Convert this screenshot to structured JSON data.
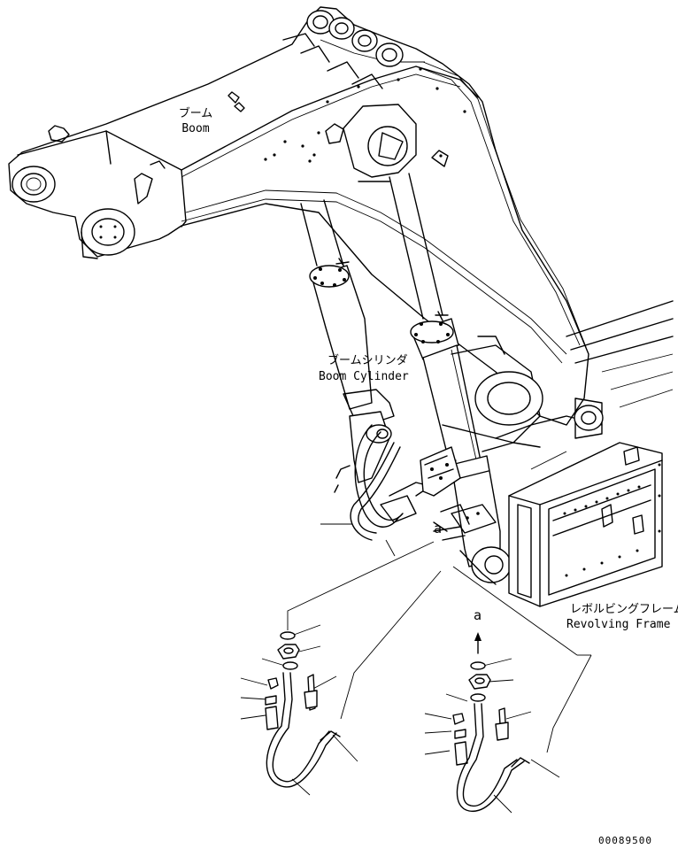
{
  "labels": {
    "boom_jp": "ブーム",
    "boom_en": "Boom",
    "cyl_jp": "ブームシリンダ",
    "cyl_en": "Boom Cylinder",
    "frame_jp": "レボルビングフレーム",
    "frame_en": "Revolving Frame",
    "view_a_top": "a",
    "view_a_arrow": "a",
    "drawing_number": "00089500"
  },
  "colors": {
    "line": "#000000",
    "background": "#ffffff"
  }
}
